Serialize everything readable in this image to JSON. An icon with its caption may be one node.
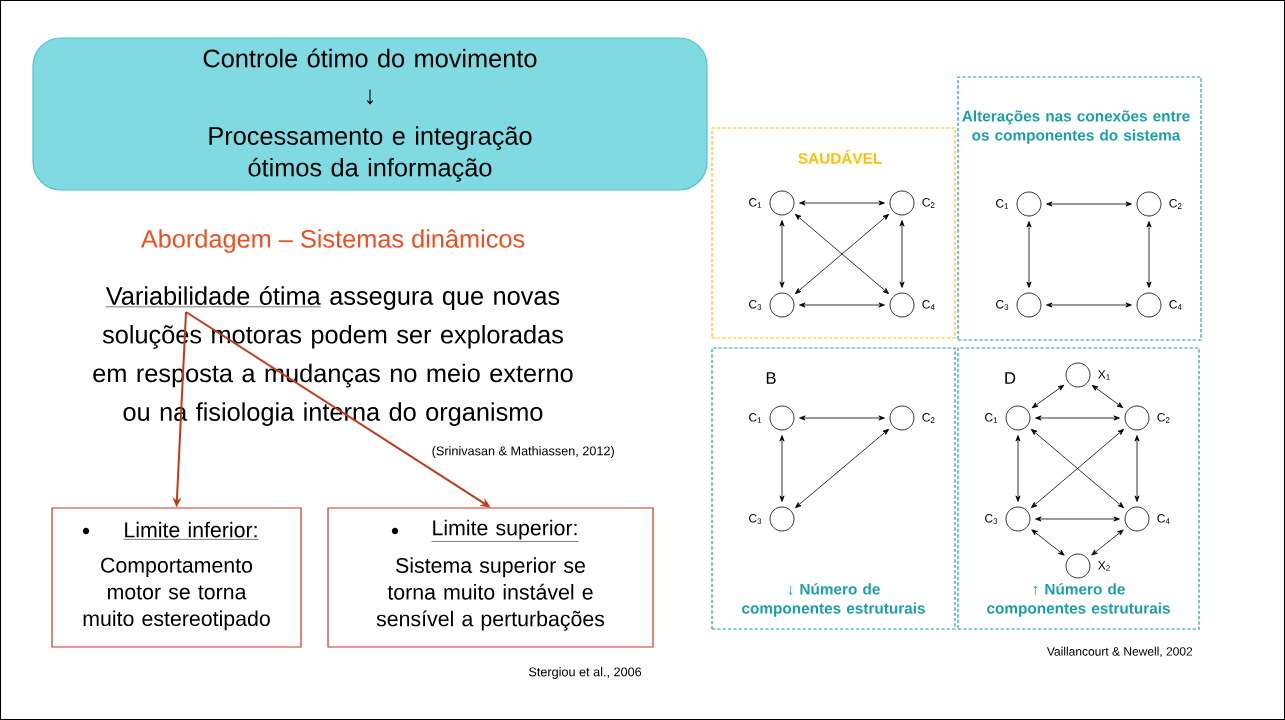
{
  "diagram": {
    "nodes": [
      {
        "text": [
          "Controle ótimo do movimento",
          "↓",
          "Processamento e integração ótimos da informação"
        ]
      },
      {
        "text": [
          "Variabilidade ótima",
          "assegura que novas soluções motoras podem ser exploradas em resposta a mudanças no meio externo ou na fisiologia interna do organismo"
        ]
      },
      {
        "text": [
          "Limite inferior:",
          "Comportamento motor se torna muito estereotipado"
        ]
      },
      {
        "text": [
          "Limite superior:",
          "Sistema superior se torna muito instável e sensível a perturbações"
        ]
      },
      {
        "text": [
          "SAUDÁVEL"
        ]
      },
      {
        "text": [
          "Alterações nas conexões entre os componentes do sistema"
        ]
      },
      {
        "text": [
          "B",
          "↓ Número de componentes estruturais"
        ]
      },
      {
        "text": [
          "D",
          "↑ Número de componentes estruturais"
        ]
      },
      {
        "text": [],
        "shape": "circle",
        "in": 4,
        "beside": [
          "C$_{1}$"
        ]
      },
      {
        "text": [],
        "shape": "circle",
        "in": 4,
        "beside": [
          "C$_{2}$"
        ]
      },
      {
        "text": [],
        "shape": "circle",
        "in": 4,
        "beside": [
          "C$_{3}$"
        ]
      },
      {
        "text": [],
        "shape": "circle",
        "in": 4,
        "beside": [
          "C$_{4}$"
        ]
      },
      {
        "text": [],
        "shape": "circle",
        "in": 5,
        "beside": [
          "C$_{1}$"
        ]
      },
      {
        "text": [],
        "shape": "circle",
        "in": 5,
        "beside": [
          "C$_{2}$"
        ]
      },
      {
        "text": [],
        "shape": "circle",
        "in": 5,
        "beside": [
          "C$_{3}$"
        ]
      },
      {
        "text": [],
        "shape": "circle",
        "in": 5,
        "beside": [
          "C$_{4}$"
        ]
      },
      {
        "text": [],
        "shape": "circle",
        "in": 6,
        "beside": [
          "C$_{1}$"
        ]
      },
      {
        "text": [],
        "shape": "circle",
        "in": 6,
        "beside": [
          "C$_{2}$"
        ]
      },
      {
        "text": [],
        "shape": "circle",
        "in": 6,
        "beside": [
          "C$_{3}$"
        ]
      },
      {
        "text": [],
        "shape": "circle",
        "in": 7,
        "beside": [
          "X$_{1}$"
        ]
      },
      {
        "text": [],
        "shape": "circle",
        "in": 7,
        "beside": [
          "C$_{1}$"
        ]
      },
      {
        "text": [],
        "shape": "circle",
        "in": 7,
        "beside": [
          "C$_{2}$"
        ]
      },
      {
        "text": [],
        "shape": "circle",
        "in": 7,
        "beside": [
          "C$_{3}$"
        ]
      },
      {
        "text": [],
        "shape": "circle",
        "in": 7,
        "beside": [
          "C$_{4}$"
        ]
      },
      {
        "text": [],
        "shape": "circle",
        "in": 7,
        "beside": [
          "X$_{2}$"
        ]
      }
    ],
    "edges": [
      {
        "from": 1,
        "to": 2,
        "arrow": "to",
        "color": "#c0391b"
      },
      {
        "from": 1,
        "to": 3,
        "arrow": "to",
        "color": "#c0391b"
      },
      {
        "from": 8,
        "to": 9,
        "arrow": "both"
      },
      {
        "from": 8,
        "to": 10,
        "arrow": "both"
      },
      {
        "from": 8,
        "to": 11,
        "arrow": "both"
      },
      {
        "from": 9,
        "to": 10,
        "arrow": "both"
      },
      {
        "from": 9,
        "to": 11,
        "arrow": "both"
      },
      {
        "from": 10,
        "to": 11,
        "arrow": "both"
      },
      {
        "from": 12,
        "to": 13,
        "arrow": "both"
      },
      {
        "from": 12,
        "to": 14,
        "arrow": "both"
      },
      {
        "from": 13,
        "to": 15,
        "arrow": "both"
      },
      {
        "from": 14,
        "to": 15,
        "arrow": "both"
      },
      {
        "from": 16,
        "to": 17,
        "arrow": "both"
      },
      {
        "from": 16,
        "to": 18,
        "arrow": "both"
      },
      {
        "from": 17,
        "to": 18,
        "arrow": "both"
      },
      {
        "from": 19,
        "to": 20,
        "arrow": "both"
      },
      {
        "from": 19,
        "to": 21,
        "arrow": "both"
      },
      {
        "from": 20,
        "to": 21,
        "arrow": "both"
      },
      {
        "from": 20,
        "to": 22,
        "arrow": "both"
      },
      {
        "from": 20,
        "to": 23,
        "arrow": "both"
      },
      {
        "from": 21,
        "to": 22,
        "arrow": "both"
      },
      {
        "from": 21,
        "to": 23,
        "arrow": "both"
      },
      {
        "from": 22,
        "to": 23,
        "arrow": "both"
      },
      {
        "from": 22,
        "to": 24,
        "arrow": "both"
      },
      {
        "from": 23,
        "to": 24,
        "arrow": "both"
      }
    ],
    "labels": [
      "Abordagem – Sistemas dinâmicos",
      "(Srinivasan & Mathiassen, 2012)",
      "Stergiou et al., 2006",
      "Vaillancourt & Newell, 2002"
    ]
  }
}
